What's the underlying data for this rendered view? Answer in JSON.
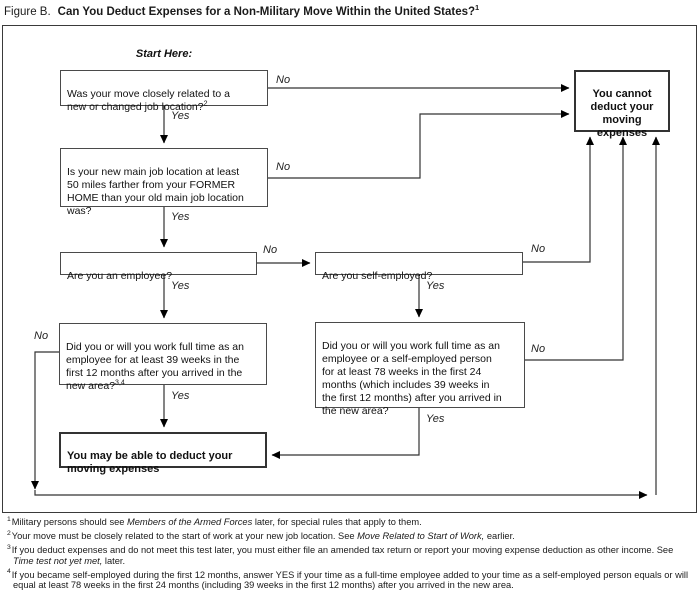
{
  "title": {
    "prefix": "Figure B.",
    "text": "Can You Deduct Expenses for a Non-Military Move Within the United States?",
    "sup": "1"
  },
  "start_here": "Start Here:",
  "labels": {
    "yes": "Yes",
    "no": "No"
  },
  "boxes": {
    "q_move_related": {
      "text": "Was your move closely related to a\nnew or changed job location?",
      "sup": "2"
    },
    "q_50_miles": {
      "text": "Is your new main job location at least\n50 miles farther from your FORMER\nHOME than your old main job location\nwas?"
    },
    "q_employee": {
      "text": "Are you an employee?"
    },
    "q_self_employed": {
      "text": "Are you self-employed?"
    },
    "q_39_weeks": {
      "text": "Did you or will you work full time as an\nemployee for at least 39 weeks in the\nfirst 12 months after you arrived in the\nnew area?",
      "sup": "3,4"
    },
    "q_78_weeks": {
      "text": "Did you or will you work full time as an\nemployee or a self-employed person\nfor at least 78 weeks in the first 24\nmonths (which includes 39 weeks in\nthe first 12 months) after you arrived in\nthe new area?"
    },
    "outcome_may_deduct": {
      "text": "You may be able to deduct your\nmoving expenses"
    },
    "outcome_cannot_deduct": {
      "text": "You cannot\ndeduct your\nmoving\nexpenses"
    }
  },
  "footnotes": [
    {
      "marker": "1",
      "segments": [
        {
          "t": "Military persons should see ",
          "i": false
        },
        {
          "t": "Members of the Armed Forces",
          "i": true
        },
        {
          "t": " later, for special rules that apply to them.",
          "i": false
        }
      ]
    },
    {
      "marker": "2",
      "segments": [
        {
          "t": "Your move must be closely related to the start of work at your new job location. See ",
          "i": false
        },
        {
          "t": "Move Related to Start of Work,",
          "i": true
        },
        {
          "t": " earlier.",
          "i": false
        }
      ]
    },
    {
      "marker": "3",
      "segments": [
        {
          "t": "If you deduct expenses and do not meet this test later, you must either file an amended tax return or report your moving expense deduction as other income. See ",
          "i": false
        },
        {
          "t": "Time test not yet met,",
          "i": true
        },
        {
          "t": " later.",
          "i": false
        }
      ]
    },
    {
      "marker": "4",
      "segments": [
        {
          "t": "If you became self-employed during the first 12 months, answer YES if your time as a full-time employee added to your time as a self-employed person equals or will equal at least 78 weeks in the first 24 months (including 39 weeks in the first 12 months) after you arrived in the new area.",
          "i": false
        }
      ]
    }
  ],
  "colors": {
    "line": "#333333",
    "arrow": "#000000",
    "border": "#3a3a3a",
    "background": "#ffffff"
  }
}
